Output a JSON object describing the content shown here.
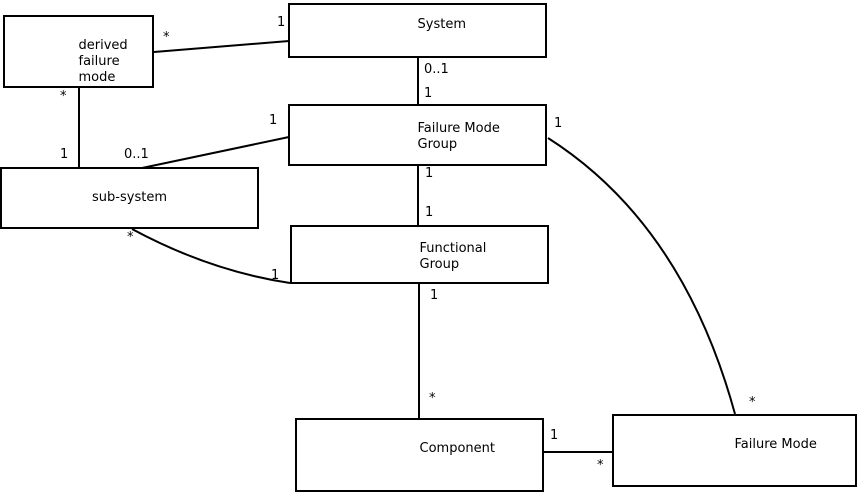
{
  "diagram": {
    "type": "uml-class-association-diagram",
    "colors": {
      "background": "#ffffff",
      "line": "#000000",
      "text": "#000000",
      "node_fill": "#ffffff"
    }
  },
  "nodes": {
    "derived_failure_mode": {
      "label": "derived\nfailure\nmode"
    },
    "system": {
      "label": "System"
    },
    "failure_mode_group": {
      "label": "Failure Mode\nGroup"
    },
    "sub_system": {
      "label": "sub-system"
    },
    "functional_group": {
      "label": "Functional\nGroup"
    },
    "component": {
      "label": "Component"
    },
    "failure_mode": {
      "label": "Failure Mode"
    }
  },
  "edges": {
    "system_derived": {
      "from": "system",
      "to": "derived_failure_mode",
      "from_mult": "1",
      "to_mult": "*"
    },
    "system_fmg": {
      "from": "system",
      "to": "failure_mode_group",
      "from_mult": "0..1",
      "to_mult": "1"
    },
    "derived_subsystem": {
      "from": "derived_failure_mode",
      "to": "sub_system",
      "from_mult": "*",
      "to_mult": "1"
    },
    "subsystem_fmg": {
      "from": "sub_system",
      "to": "failure_mode_group",
      "from_mult": "0..1",
      "to_mult": "1"
    },
    "fmg_functional": {
      "from": "failure_mode_group",
      "to": "functional_group",
      "from_mult": "1",
      "to_mult": "1"
    },
    "functional_component": {
      "from": "functional_group",
      "to": "component",
      "from_mult": "1",
      "to_mult": "*"
    },
    "subsystem_functional": {
      "from": "sub_system",
      "to": "functional_group",
      "from_mult": "*",
      "to_mult": "1"
    },
    "fmg_failuremode": {
      "from": "failure_mode_group",
      "to": "failure_mode",
      "from_mult": "1",
      "to_mult": "*"
    },
    "component_failuremode": {
      "from": "component",
      "to": "failure_mode",
      "from_mult": "1",
      "to_mult": "*"
    }
  }
}
